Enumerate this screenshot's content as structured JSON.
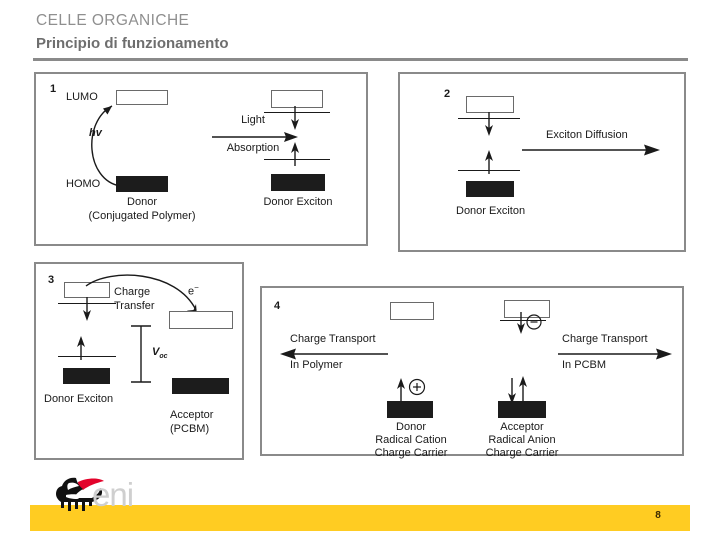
{
  "header": {
    "title": "CELLE ORGANICHE",
    "subtitle": "Principio di funzionamento"
  },
  "figure": {
    "panels": [
      {
        "number": "1",
        "labels": {
          "lumo": "LUMO",
          "homo": "HOMO",
          "photon": "hv",
          "process_line1": "Light",
          "process_line2": "Absorption",
          "left_caption_line1": "Donor",
          "left_caption_line2": "(Conjugated Polymer)",
          "right_caption": "Donor Exciton"
        }
      },
      {
        "number": "2",
        "labels": {
          "process": "Exciton Diffusion",
          "caption": "Donor Exciton"
        }
      },
      {
        "number": "3",
        "labels": {
          "process_line1": "Charge",
          "process_line2": "Transfer",
          "electron": "e",
          "electron_sup": "−",
          "voltage": "V",
          "voltage_sub": "oc",
          "left_caption": "Donor Exciton",
          "right_caption_line1": "Acceptor",
          "right_caption_line2": "(PCBM)"
        }
      },
      {
        "number": "4",
        "labels": {
          "left_process_line1": "Charge Transport",
          "left_process_line2": "In Polymer",
          "right_process_line1": "Charge Transport",
          "right_process_line2": "In PCBM",
          "donor_line1": "Donor",
          "donor_line2": "Radical Cation",
          "donor_line3": "Charge Carrier",
          "acceptor_line1": "Acceptor",
          "acceptor_line2": "Radical Anion",
          "acceptor_line3": "Charge Carrier",
          "positive_charge": "+",
          "negative_charge": "−"
        }
      }
    ]
  },
  "footer": {
    "brand": "eni",
    "page_number": "8",
    "bar_color": "#ffcc22"
  }
}
